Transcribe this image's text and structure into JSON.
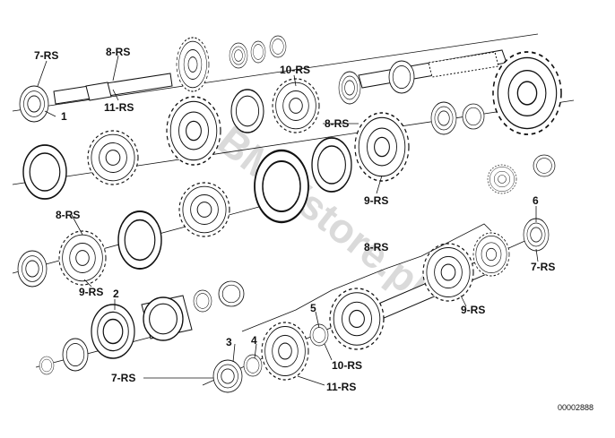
{
  "diagram": {
    "labels": {
      "l1": "7-RS",
      "l2": "8-RS",
      "l3": "11-RS",
      "l4": "1",
      "l5": "10-RS",
      "l6": "8-RS",
      "l7": "9-RS",
      "l8": "8-RS",
      "l9": "6",
      "l10": "8-RS",
      "l11": "7-RS",
      "l12": "9-RS",
      "l13": "2",
      "l14": "9-RS",
      "l15": "5",
      "l16": "3",
      "l17": "4",
      "l18": "10-RS",
      "l19": "7-RS",
      "l20": "11-RS"
    },
    "reference_number": "00002888",
    "watermark": "BMWstore.pl"
  },
  "colors": {
    "ink": "#111111",
    "paper": "#ffffff",
    "watermark": "#bdbdbd"
  }
}
